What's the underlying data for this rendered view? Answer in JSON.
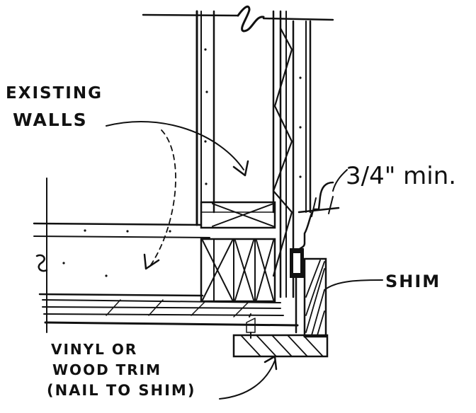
{
  "labels": {
    "existing_walls_line1": "EXISTING",
    "existing_walls_line2": "WALLS",
    "dimension": "3/4\" min.",
    "shim": "SHIM",
    "trim_line1": "VINYL OR",
    "trim_line2": "WOOD TRIM",
    "trim_line3": "(NAIL TO SHIM)"
  },
  "colors": {
    "ink": "#111111",
    "paper": "#ffffff"
  }
}
